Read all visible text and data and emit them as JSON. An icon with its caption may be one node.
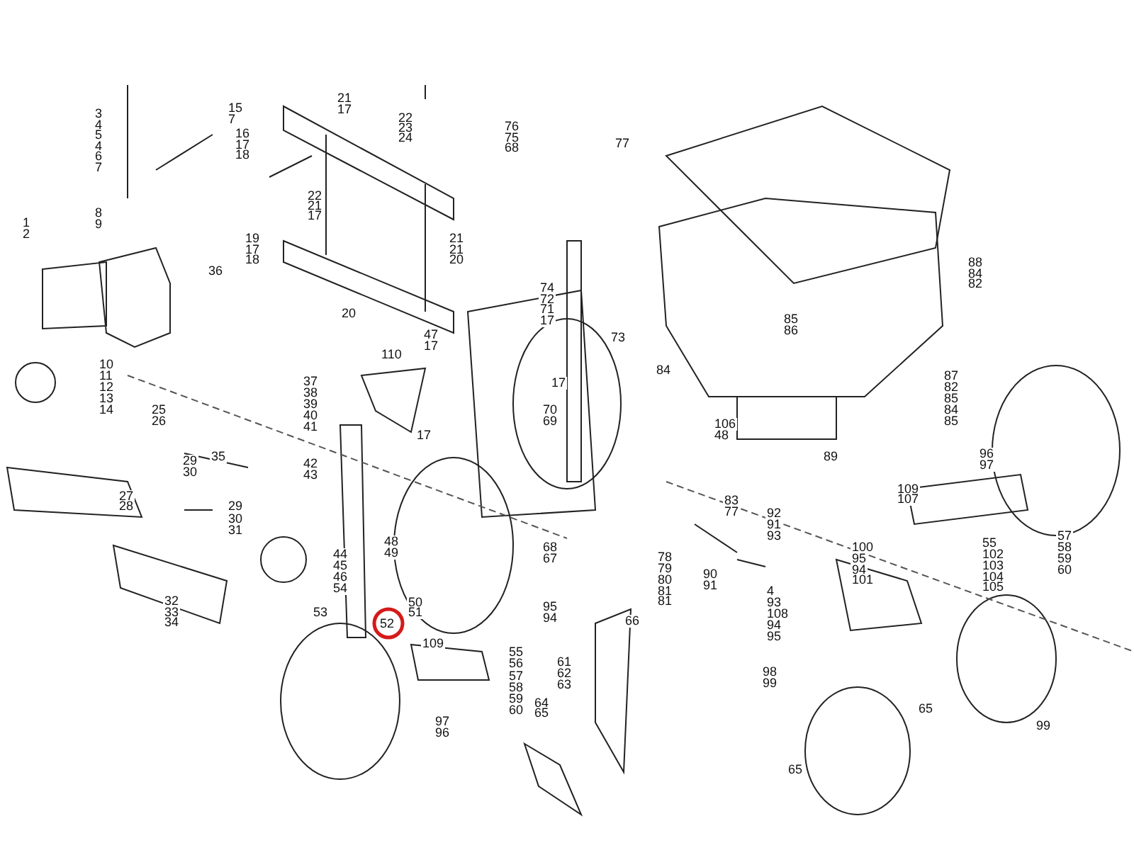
{
  "diagram": {
    "labels": [
      "3",
      "4",
      "5",
      "4",
      "6",
      "7",
      "15",
      "7",
      "16",
      "17",
      "18",
      "21",
      "17",
      "22",
      "23",
      "24",
      "76",
      "75",
      "68",
      "77",
      "22",
      "21",
      "17",
      "8",
      "9",
      "1",
      "2",
      "19",
      "17",
      "18",
      "21",
      "21",
      "20",
      "88",
      "84",
      "82",
      "36",
      "74",
      "72",
      "71",
      "17",
      "85",
      "86",
      "20",
      "73",
      "47",
      "17",
      "110",
      "10",
      "11",
      "12",
      "13",
      "14",
      "84",
      "87",
      "82",
      "85",
      "84",
      "85",
      "37",
      "38",
      "39",
      "40",
      "41",
      "17",
      "25",
      "26",
      "70",
      "69",
      "106",
      "48",
      "96",
      "97",
      "17",
      "89",
      "35",
      "42",
      "43",
      "29",
      "30",
      "109",
      "107",
      "27",
      "28",
      "83",
      "77",
      "29",
      "30",
      "31",
      "92",
      "91",
      "93",
      "57",
      "58",
      "59",
      "60",
      "48",
      "49",
      "68",
      "67",
      "78",
      "79",
      "80",
      "81",
      "81",
      "55",
      "102",
      "103",
      "104",
      "105",
      "100",
      "95",
      "94",
      "101",
      "44",
      "45",
      "46",
      "54",
      "90",
      "91",
      "4",
      "93",
      "108",
      "32",
      "33",
      "34",
      "50",
      "51",
      "52",
      "53",
      "95",
      "94",
      "66",
      "94",
      "95",
      "109",
      "55",
      "56",
      "57",
      "58",
      "59",
      "60",
      "61",
      "62",
      "63",
      "98",
      "99",
      "64",
      "65",
      "65",
      "97",
      "96",
      "99",
      "65"
    ]
  }
}
